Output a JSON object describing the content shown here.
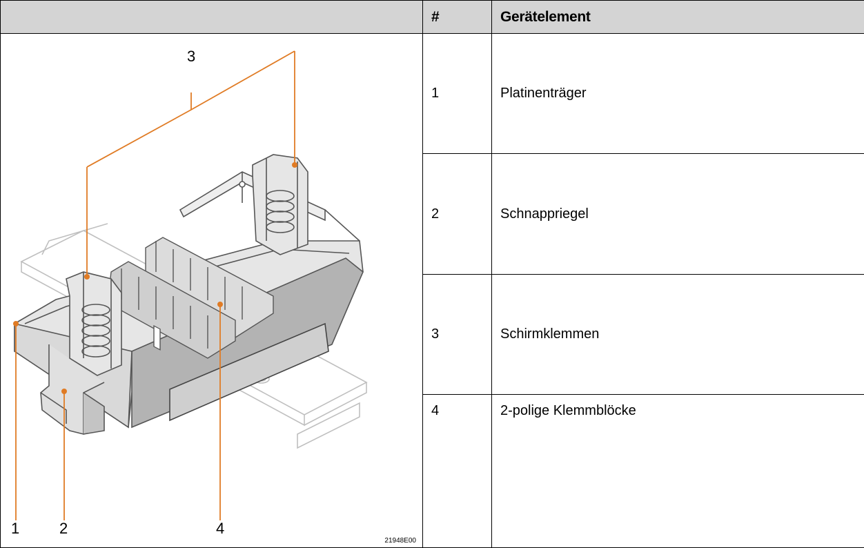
{
  "table": {
    "headers": {
      "number": "#",
      "element": "Gerätelement"
    },
    "rows": [
      {
        "number": "1",
        "element": "Platinenträger"
      },
      {
        "number": "2",
        "element": "Schnappriegel"
      },
      {
        "number": "3",
        "element": "Schirmklemmen"
      },
      {
        "number": "4",
        "element": "2-polige Klemmblöcke"
      }
    ]
  },
  "figure": {
    "callouts": {
      "c1": "1",
      "c2": "2",
      "c3": "3",
      "c4": "4"
    },
    "code": "21948E00",
    "colors": {
      "leader": "#e07b24",
      "marker": "#e07b24",
      "body_fill": "#d9d9d9",
      "body_dark": "#a6a6a6",
      "rail": "#bfbfbf"
    }
  }
}
